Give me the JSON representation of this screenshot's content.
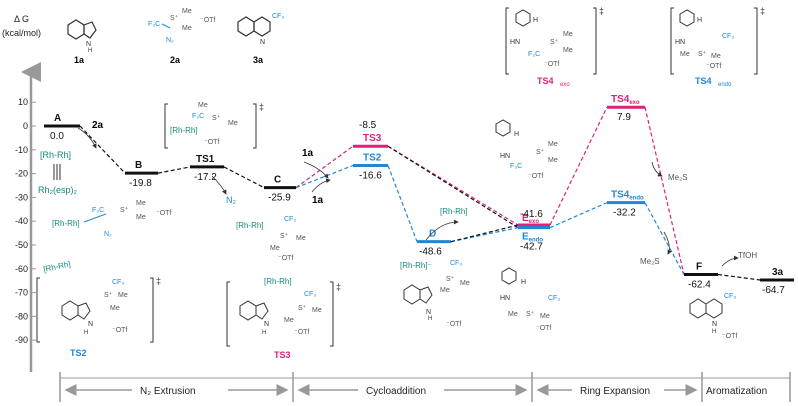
{
  "axis": {
    "title_line1": "Δ G",
    "title_line2": "(kcal/mol)",
    "ticks": [
      "10",
      "0",
      "-10",
      "-20",
      "-30",
      "-40",
      "-50",
      "-60",
      "-70",
      "-80",
      "-90"
    ]
  },
  "compounds": {
    "c1a": "1a",
    "c2a": "2a",
    "c3a": "3a",
    "ts4exo": "TS4",
    "ts4exo_sub": "exo",
    "ts4endo": "TS4",
    "ts4endo_sub": "endo"
  },
  "levels": {
    "A": {
      "name": "A",
      "value": "0.0"
    },
    "B": {
      "name": "B",
      "value": "-19.8"
    },
    "TS1": {
      "name": "TS1",
      "value": "-17.2"
    },
    "C": {
      "name": "C",
      "value": "-25.9"
    },
    "TS3": {
      "name": "TS3",
      "value": "-8.5"
    },
    "TS2": {
      "name": "TS2",
      "value": "-16.6"
    },
    "D": {
      "name": "D",
      "value": "-48.6"
    },
    "Eexo": {
      "name": "E",
      "sub": "exo",
      "value": "-41.6"
    },
    "Eendo": {
      "name": "E",
      "sub": "endo",
      "value": "-42.7"
    },
    "TS4exo": {
      "name": "TS4",
      "sub": "exo",
      "value": "7.9"
    },
    "TS4endo": {
      "name": "TS4",
      "sub": "endo",
      "value": "-32.2"
    },
    "F": {
      "name": "F",
      "value": "-62.4"
    },
    "P3a": {
      "name": "3a",
      "value": "-64.7"
    }
  },
  "reagents": {
    "r2a": "2a",
    "rh_rh": "[Rh-Rh]",
    "rh_esp": "Rh₂(esp)₂",
    "n2": "N₂",
    "r1a_top": "1a",
    "r1a_bot": "1a",
    "rh_rh_D": "[Rh-Rh]",
    "me2s_1": "Me₂S",
    "me2s_2": "Me₂S",
    "tfoh": "TfOH"
  },
  "struct_labels": {
    "cf3": "CF₃",
    "f3c": "F₃C",
    "me": "Me",
    "otf": "OTf",
    "s_plus": "S⁺",
    "n": "N",
    "nh": "NH",
    "h": "H",
    "rh_rh": "[Rh-Rh]",
    "dagger": "‡",
    "ts2": "TS2",
    "ts3": "TS3",
    "minus": "⁻"
  },
  "stages": [
    "N₂ Extrusion",
    "Cycloaddition",
    "Ring Expansion",
    "Aromatization"
  ],
  "colors": {
    "magenta": "#e0217a",
    "blue": "#1e88d6",
    "teal": "#138a7a",
    "black": "#111111"
  }
}
